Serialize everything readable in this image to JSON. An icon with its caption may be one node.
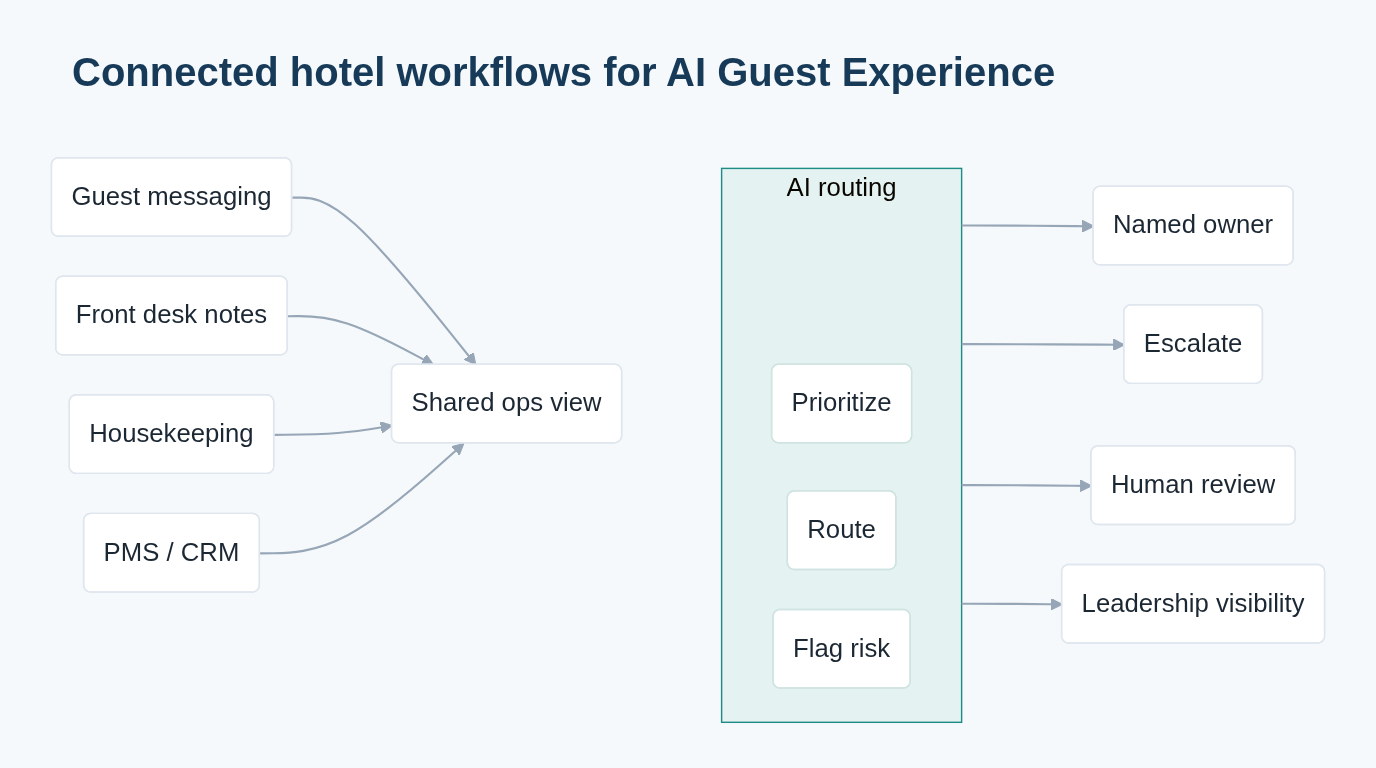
{
  "diagram": {
    "title": "Connected hotel workflows for AI Guest Experience",
    "nodes": [
      {
        "text": [
          "Guest messaging"
        ]
      },
      {
        "text": [
          "Front desk notes"
        ]
      },
      {
        "text": [
          "Housekeeping"
        ]
      },
      {
        "text": [
          "PMS / CRM"
        ]
      },
      {
        "text": [
          "Shared ops view"
        ]
      },
      {
        "text": [
          "AI routing"
        ]
      },
      {
        "text": [
          "Prioritize"
        ],
        "in": 5
      },
      {
        "text": [
          "Route"
        ],
        "in": 5
      },
      {
        "text": [
          "Flag risk"
        ],
        "in": 5
      },
      {
        "text": [
          "Named owner"
        ]
      },
      {
        "text": [
          "Escalate"
        ]
      },
      {
        "text": [
          "Human review"
        ]
      },
      {
        "text": [
          "Leadership visibility"
        ]
      }
    ],
    "edges": [
      {
        "from": 0,
        "to": 4,
        "arrow": "to"
      },
      {
        "from": 1,
        "to": 4,
        "arrow": "to"
      },
      {
        "from": 2,
        "to": 4,
        "arrow": "to"
      },
      {
        "from": 3,
        "to": 4,
        "arrow": "to"
      },
      {
        "from": 5,
        "to": 9,
        "arrow": "to"
      },
      {
        "from": 5,
        "to": 10,
        "arrow": "to"
      },
      {
        "from": 5,
        "to": 11,
        "arrow": "to"
      },
      {
        "from": 5,
        "to": 12,
        "arrow": "to"
      }
    ]
  }
}
